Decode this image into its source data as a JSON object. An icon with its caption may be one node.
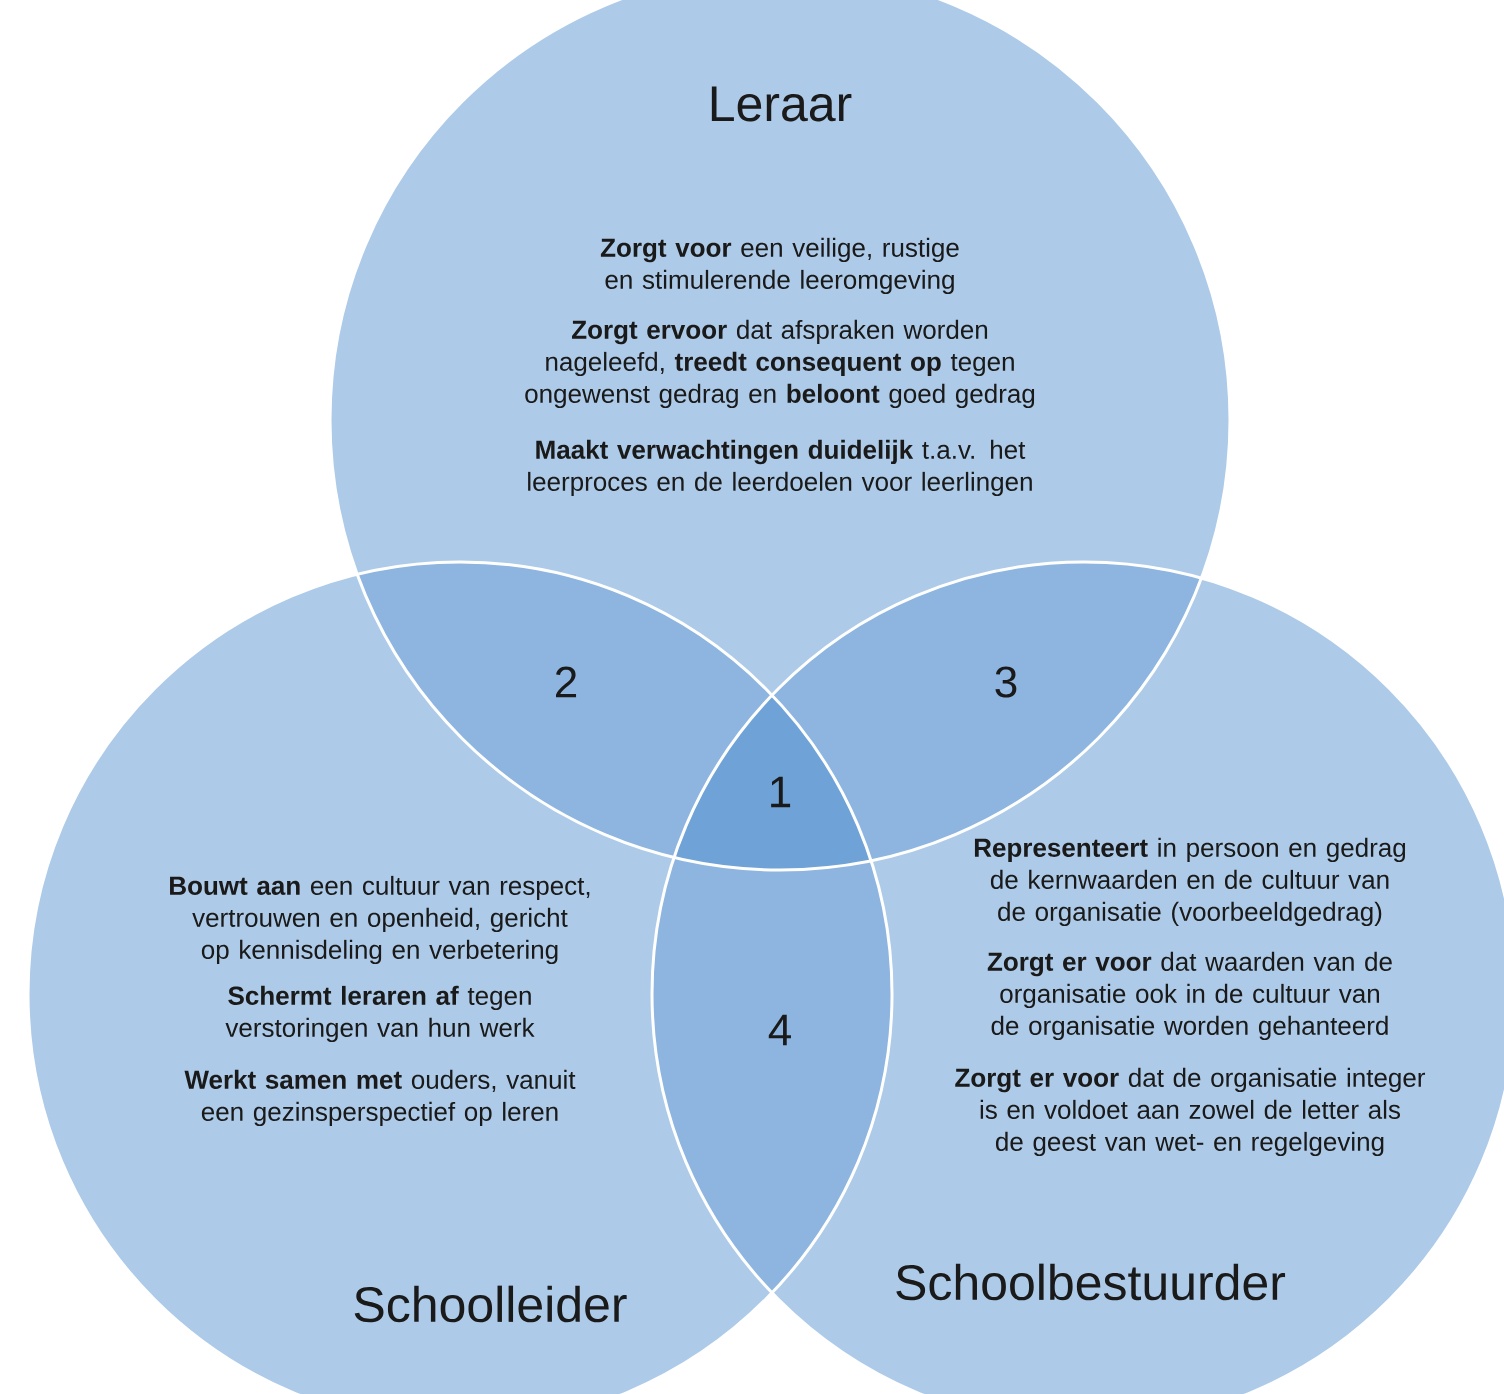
{
  "diagram": {
    "nodes": [
      {
        "text": [
          "Leraar",
          "**Zorgt voor** een veilige, rustige en stimulerende leeromgeving",
          "**Zorgt ervoor** dat afspraken worden nageleefd, **treedt consequent op** tegen ongewenst gedrag en **beloont** goed gedrag",
          "**Maakt verwachtingen duidelijk** t.a.v. het leerproces en de leerdoelen voor leerlingen"
        ]
      },
      {
        "text": [
          "**Bouwt aan** een cultuur van respect, vertrouwen en openheid, gericht op kennisdeling en verbetering",
          "**Schermt leraren af** tegen verstoringen van hun werk",
          "**Werkt samen met** ouders, vanuit een gezinsperspectief op leren",
          "Schoolleider"
        ]
      },
      {
        "text": [
          "**Representeert** in persoon en gedrag de kernwaarden en de cultuur van de organisatie (voorbeeldgedrag)",
          "**Zorgt er voor** dat waarden van de organisatie ook in de cultuur van de organisatie worden gehanteerd",
          "**Zorgt er voor** dat de organisatie integer is en voldoet aan zowel de letter als de geest van wet- en regelgeving",
          "Schoolbestuurder"
        ]
      }
    ],
    "labels": [
      "2",
      "3",
      "1",
      "4"
    ]
  }
}
